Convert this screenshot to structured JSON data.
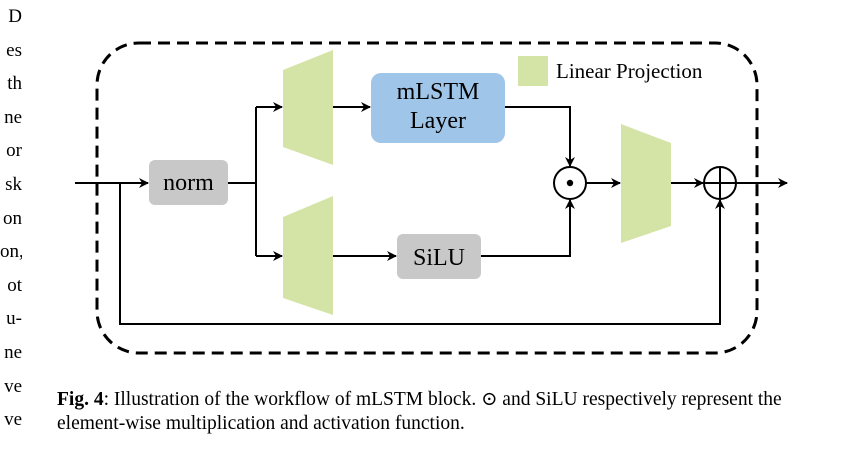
{
  "left_column_fragments": [
    "D",
    "es",
    "",
    "th",
    "ne",
    "or",
    "sk",
    "on",
    "on,",
    "ot",
    "u-",
    "ne",
    "ve",
    "ve"
  ],
  "diagram": {
    "nodes": {
      "norm": "norm",
      "mlstm": [
        "mLSTM",
        "Layer"
      ],
      "silu": "SiLU",
      "multiply_symbol": "⊙",
      "add_symbol": "+"
    },
    "legend_label": "Linear Projection",
    "colors": {
      "projection": "#d4e4a6",
      "mlstm_box": "#9fc5e8",
      "grey_box": "#c8c8c8",
      "border": "#000000"
    }
  },
  "caption": {
    "label": "Fig. 4",
    "text": ": Illustration of the workflow of mLSTM block. ⊙ and SiLU respectively represent the element-wise multiplication and activation function."
  }
}
